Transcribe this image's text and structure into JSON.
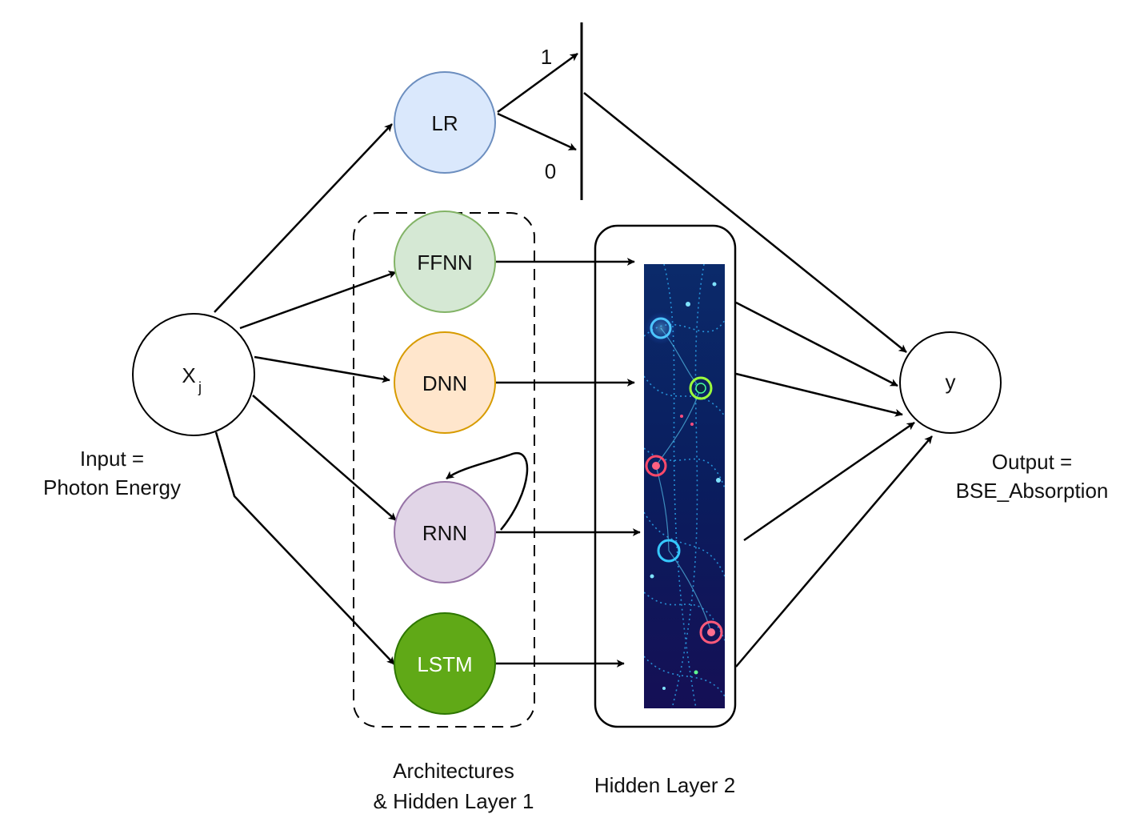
{
  "input": {
    "symbol": "X",
    "subscript": "j",
    "caption_line1": "Input =",
    "caption_line2": "Photon Energy"
  },
  "nodes": {
    "lr": {
      "label": "LR",
      "fill": "#dae8fc",
      "stroke": "#6c8ebf"
    },
    "ffnn": {
      "label": "FFNN",
      "fill": "#d5e8d4",
      "stroke": "#82b366"
    },
    "dnn": {
      "label": "DNN",
      "fill": "#ffe6cc",
      "stroke": "#d79b00"
    },
    "rnn": {
      "label": "RNN",
      "fill": "#e1d5e7",
      "stroke": "#9673a6"
    },
    "lstm": {
      "label": "LSTM",
      "fill": "#60a917",
      "stroke": "#2d7600",
      "text_color": "#ffffff"
    }
  },
  "threshold": {
    "one": "1",
    "zero": "0"
  },
  "output": {
    "label": "y",
    "caption_line1": "Output =",
    "caption_line2": "BSE_Absorption"
  },
  "groups": {
    "architectures_line1": "Architectures",
    "architectures_line2": "& Hidden Layer 1",
    "hidden_layer_2": "Hidden Layer 2"
  },
  "colors": {
    "network_image_bg": "#0a1a55",
    "network_glow": "#29c8ff"
  }
}
